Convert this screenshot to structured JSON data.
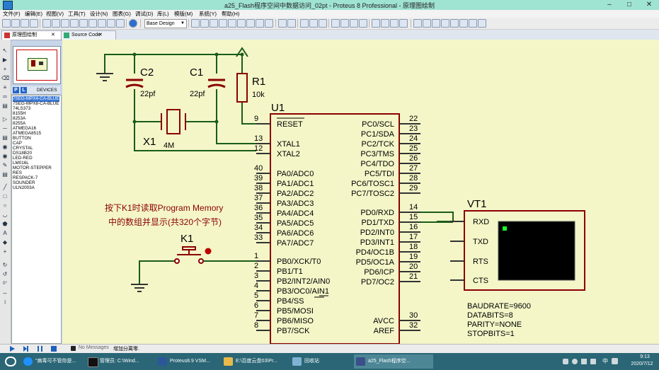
{
  "window": {
    "title": "a25_Flash程序空间中数据访问_02pt - Proteus 8 Professional - 原理图绘制"
  },
  "menu": [
    "文件(F)",
    "编辑(E)",
    "视图(V)",
    "工具(T)",
    "设计(N)",
    "图表(G)",
    "调试(D)",
    "库(L)",
    "模版(M)",
    "系统(Y)",
    "帮助(H)"
  ],
  "toolbar": {
    "design_select": "Base Design"
  },
  "tabs": [
    {
      "label": "原理图绘制"
    },
    {
      "label": "Source Code"
    }
  ],
  "devices": {
    "header": "DEVICES",
    "p_label": "P",
    "l_label": "L",
    "items": [
      "7SEG-MPX4-CA-BLUE",
      "7SEG-MPX8-CA-BLUE",
      "74LS373",
      "8155H",
      "8253A",
      "8255A",
      "ATMEGA16",
      "ATMEGA8515",
      "BUTTON",
      "CAP",
      "CRYSTAL",
      "DS18B20",
      "LED-RED",
      "LM016L",
      "MOTOR-STEPPER",
      "RES",
      "RESPACK-7",
      "SOUNDER",
      "ULN2003A"
    ],
    "selected_index": 0
  },
  "left_tools": {
    "rotation": "0°"
  },
  "schematic": {
    "c2": {
      "name": "C2",
      "value": "22pf"
    },
    "c1": {
      "name": "C1",
      "value": "22pf"
    },
    "r1": {
      "name": "R1",
      "value": "10k"
    },
    "x1": {
      "name": "X1",
      "value": "4M"
    },
    "k1": {
      "name": "K1"
    },
    "u1": {
      "name": "U1"
    },
    "vt1": {
      "name": "VT1",
      "pins": [
        "RXD",
        "TXD",
        "RTS",
        "CTS"
      ]
    },
    "annotation": [
      "按下K1时读取Program Memory",
      "中的数组并显示(共320个字节)"
    ],
    "left_pins": [
      {
        "num": "9",
        "label": "RESET"
      },
      {
        "num": "13",
        "label": "XTAL1"
      },
      {
        "num": "12",
        "label": "XTAL2"
      },
      {
        "num": "40",
        "label": "PA0/ADC0"
      },
      {
        "num": "39",
        "label": "PA1/ADC1"
      },
      {
        "num": "38",
        "label": "PA2/ADC2"
      },
      {
        "num": "37",
        "label": "PA3/ADC3"
      },
      {
        "num": "36",
        "label": "PA4/ADC4"
      },
      {
        "num": "35",
        "label": "PA5/ADC5"
      },
      {
        "num": "34",
        "label": "PA6/ADC6"
      },
      {
        "num": "33",
        "label": "PA7/ADC7"
      },
      {
        "num": "1",
        "label": "PB0/XCK/T0"
      },
      {
        "num": "2",
        "label": "PB1/T1"
      },
      {
        "num": "3",
        "label": "PB2/INT2/AIN0"
      },
      {
        "num": "4",
        "label": "PB3/OC0/AIN1"
      },
      {
        "num": "5",
        "label": "PB4/SS"
      },
      {
        "num": "6",
        "label": "PB5/MOSI"
      },
      {
        "num": "7",
        "label": "PB6/MISO"
      },
      {
        "num": "8",
        "label": "PB7/SCK"
      }
    ],
    "right_pins": [
      {
        "num": "22",
        "label": "PC0/SCL"
      },
      {
        "num": "23",
        "label": "PC1/SDA"
      },
      {
        "num": "24",
        "label": "PC2/TCK"
      },
      {
        "num": "25",
        "label": "PC3/TMS"
      },
      {
        "num": "26",
        "label": "PC4/TDO"
      },
      {
        "num": "27",
        "label": "PC5/TDI"
      },
      {
        "num": "28",
        "label": "PC6/TOSC1"
      },
      {
        "num": "29",
        "label": "PC7/TOSC2"
      },
      {
        "num": "14",
        "label": "PD0/RXD"
      },
      {
        "num": "15",
        "label": "PD1/TXD"
      },
      {
        "num": "16",
        "label": "PD2/INT0"
      },
      {
        "num": "17",
        "label": "PD3/INT1"
      },
      {
        "num": "18",
        "label": "PD4/OC1B"
      },
      {
        "num": "19",
        "label": "PD5/OC1A"
      },
      {
        "num": "20",
        "label": "PD6/ICP"
      },
      {
        "num": "21",
        "label": "PD7/OC2"
      },
      {
        "num": "30",
        "label": "AVCC"
      },
      {
        "num": "32",
        "label": "AREF"
      }
    ],
    "terminal_props": [
      "BAUDRATE=9600",
      "DATABITS=8",
      "PARITY=NONE",
      "STOPBITS=1"
    ]
  },
  "statusbar": {
    "messages": "No Messages",
    "hint": "增加分离零."
  },
  "taskbar": {
    "items": [
      "\"病毒可不管你是...",
      "管理员: C:\\Wind...",
      "Proteus8.9 VSM...",
      "E:\\百度云盘03\\Pr...",
      "回收站",
      "a25_Flash程序空..."
    ],
    "time": "9:13",
    "date": "2020/7/12",
    "ime": "中"
  },
  "colors": {
    "canvas": "#f4f6c8",
    "wire": "#1a5c1a",
    "component": "#8b0000",
    "pin_text": "#000000",
    "annotation": "#8b0000",
    "titlebar": "#9fe3d3",
    "taskbar": "#2a6675"
  }
}
